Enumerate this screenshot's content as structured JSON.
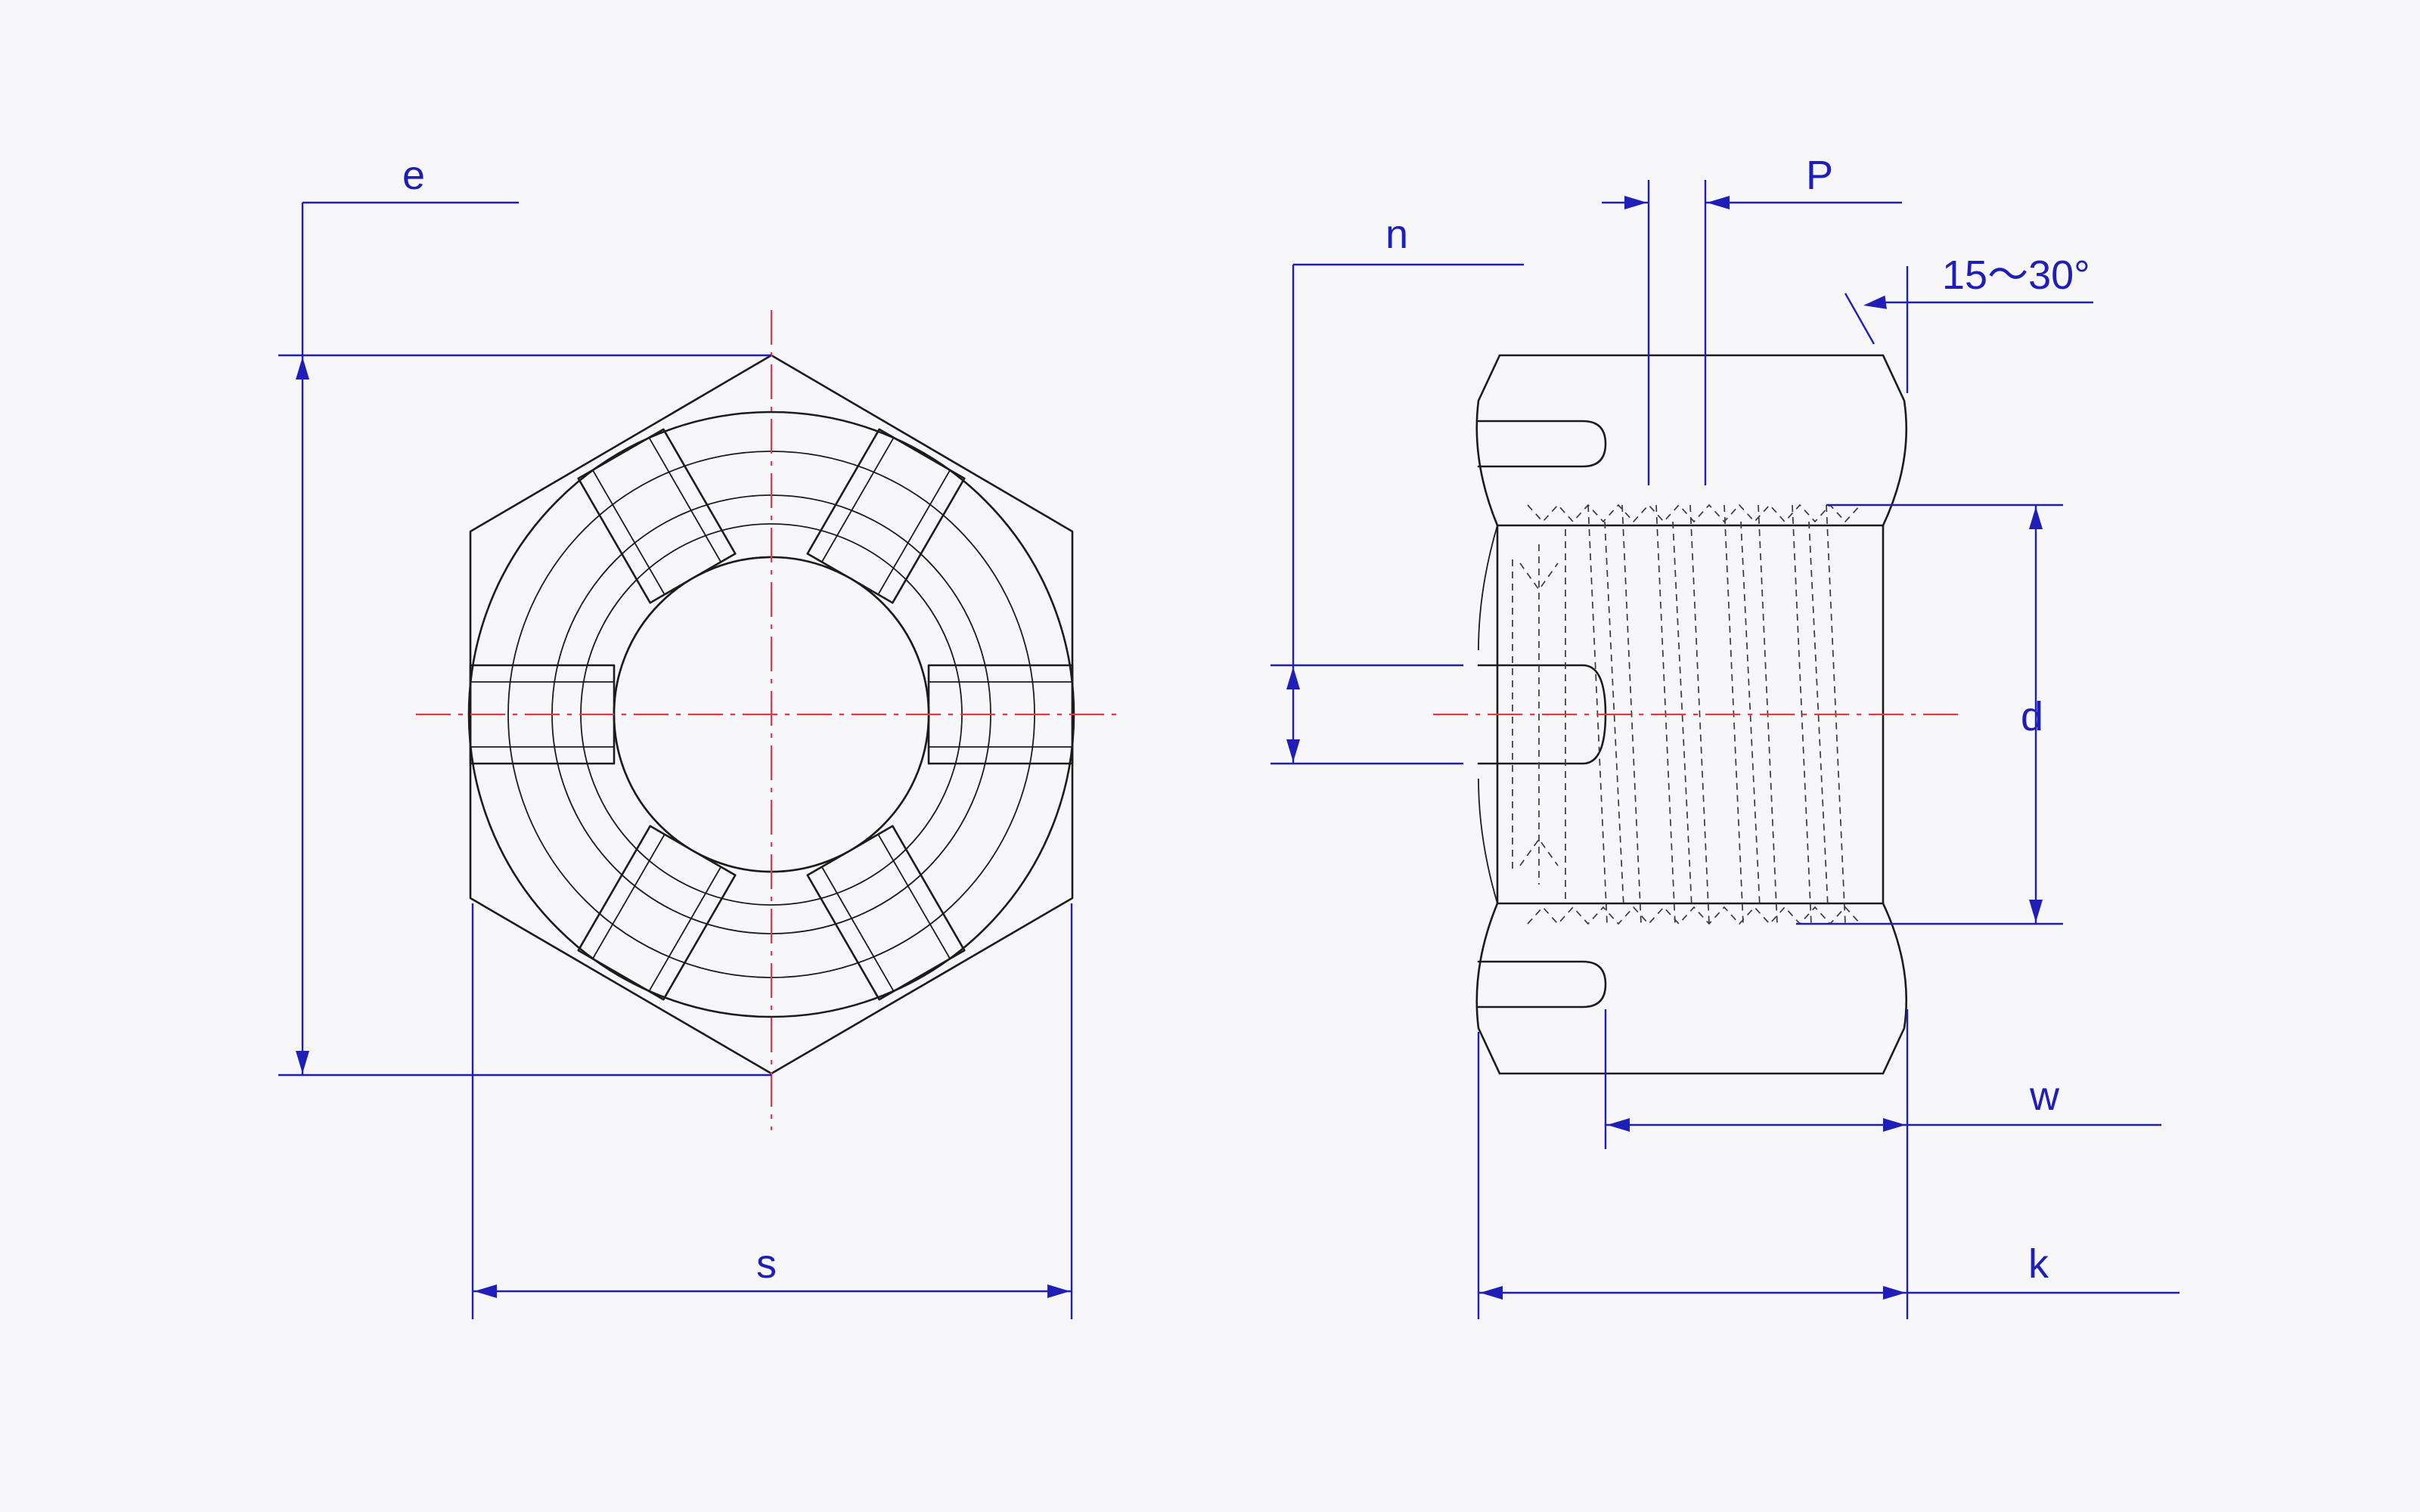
{
  "labels": {
    "e": "e",
    "s": "s",
    "n": "n",
    "P": "P",
    "angle": "15～30°",
    "d": "d",
    "w": "w",
    "k": "k"
  },
  "colors": {
    "dimension": "#1f1fb8",
    "centerline": "#e0384d",
    "outline": "#1c1c1c",
    "background": "#f7f7f9"
  }
}
